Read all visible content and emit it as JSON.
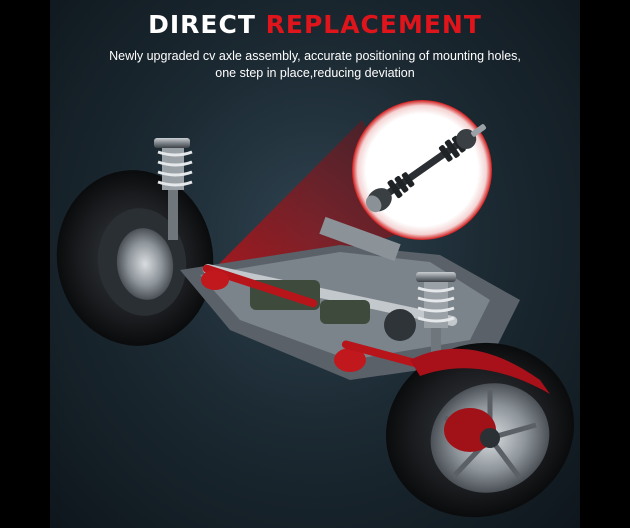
{
  "headline": {
    "word1": "DIRECT",
    "word2": "REPLACEMENT"
  },
  "subtitle": {
    "line1": "Newly upgraded cv axle assembly, accurate positioning of mounting holes,",
    "line2": "one step in place,reducing deviation"
  },
  "colors": {
    "background": "#1c2a33",
    "accent_red": "#e0141b",
    "text": "#ffffff"
  }
}
